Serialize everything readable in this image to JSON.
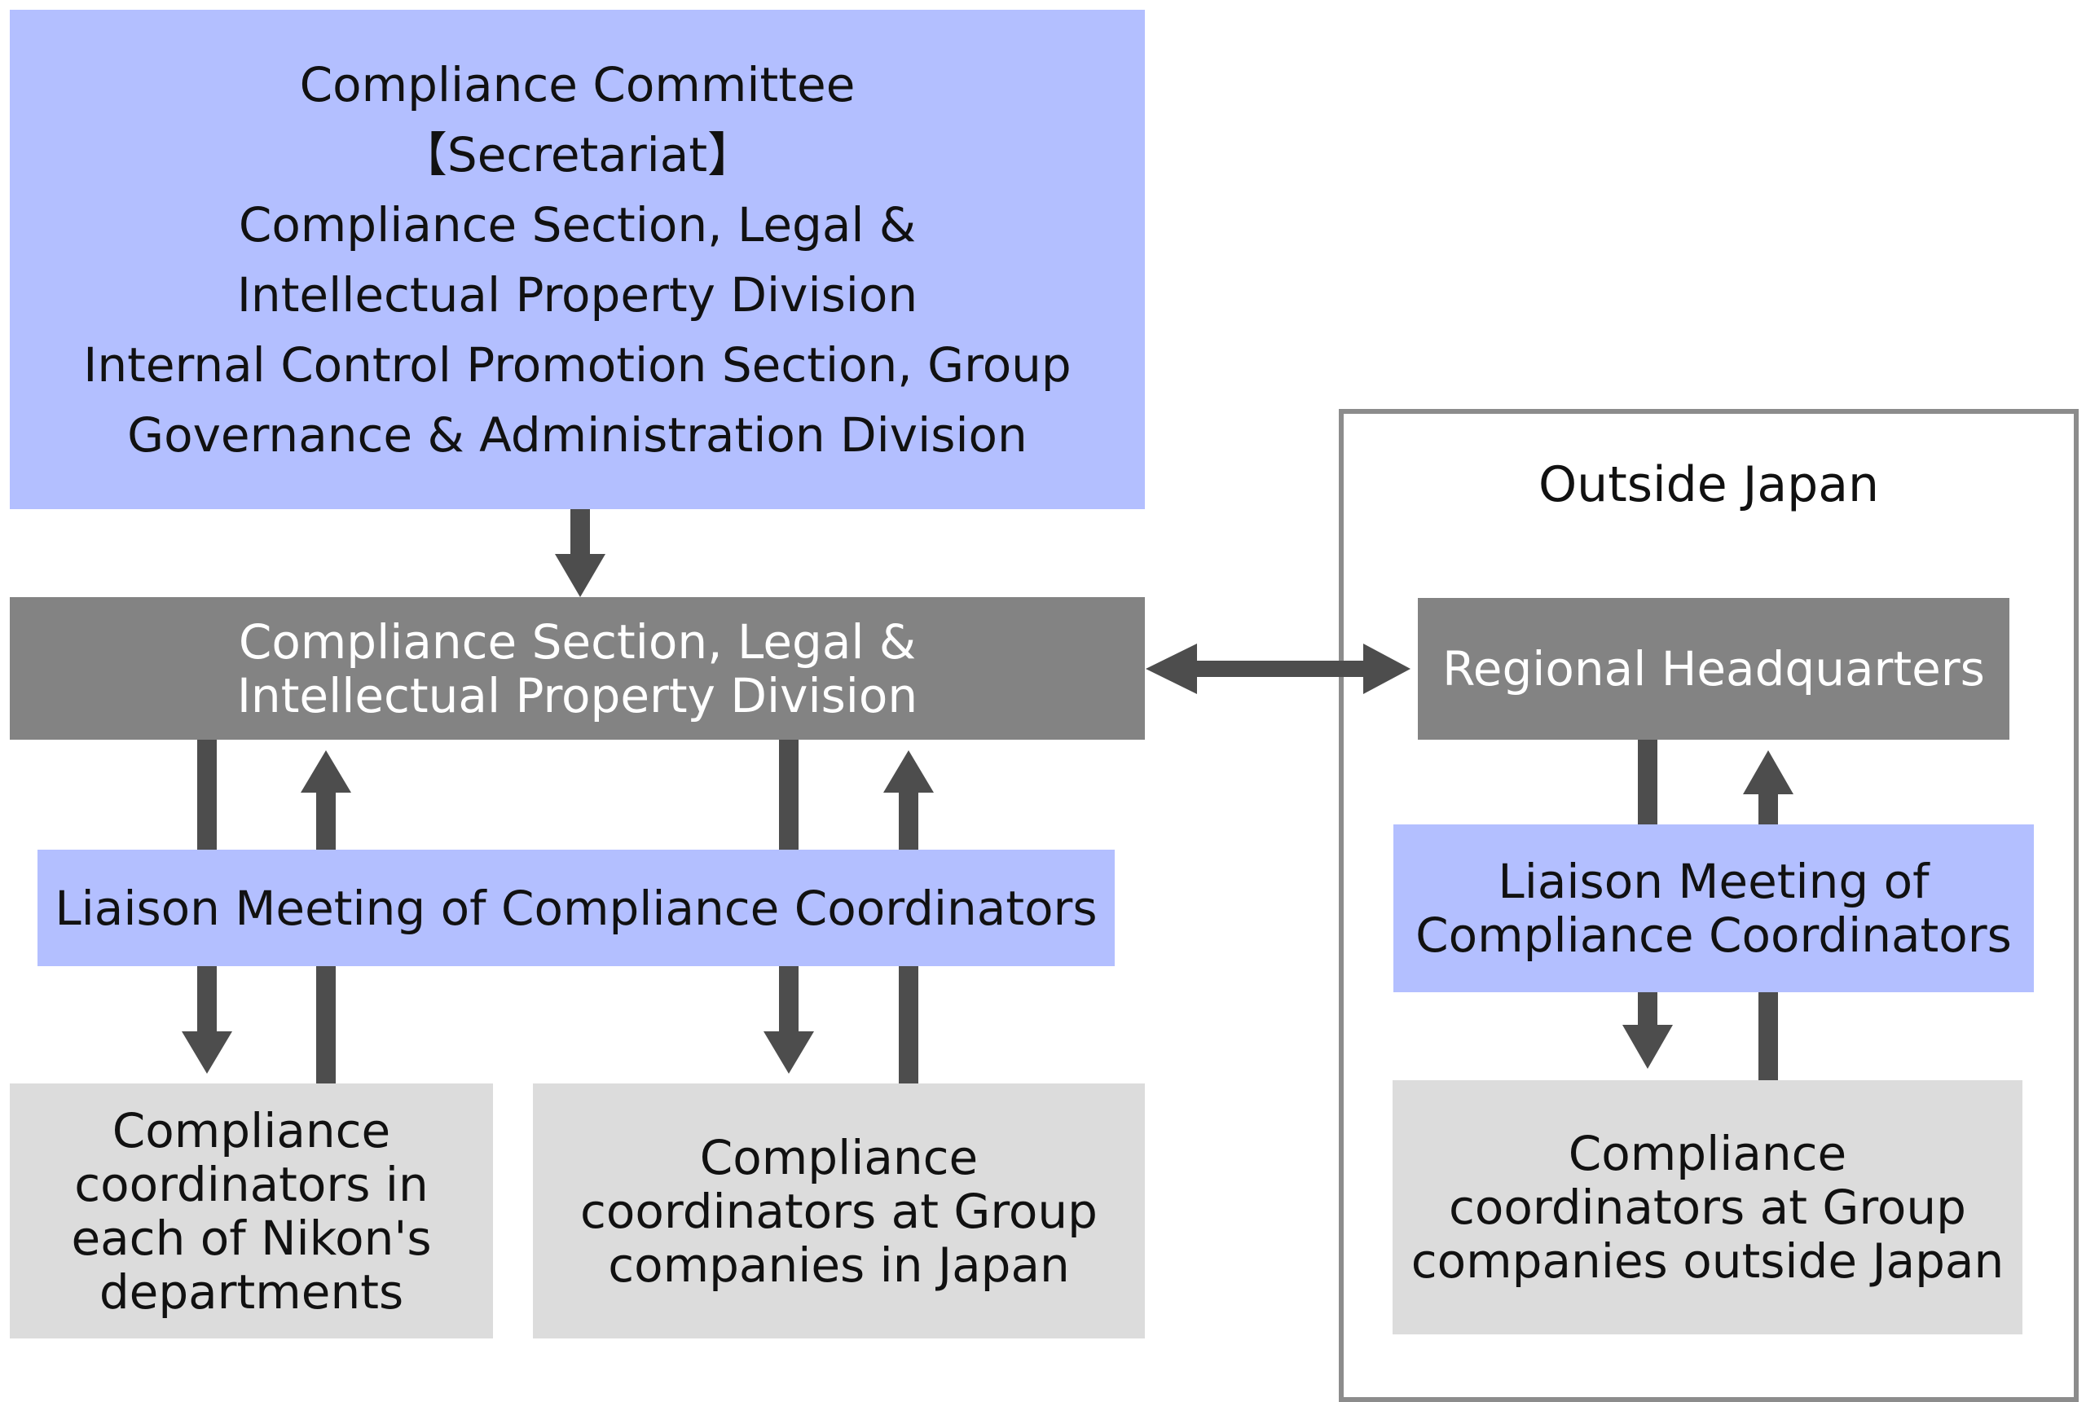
{
  "committee": {
    "title": "Compliance Committee",
    "secretariat": "【Secretariat】",
    "lines": [
      "Compliance Section, Legal &",
      "Intellectual Property Division",
      "Internal Control Promotion Section, Group",
      "Governance & Administration Division"
    ]
  },
  "central": {
    "lines": [
      "Compliance Section, Legal &",
      "Intellectual Property Division"
    ]
  },
  "liaison_main": {
    "label": "Liaison Meeting of Compliance Coordinators"
  },
  "nikon_departments": {
    "lines": [
      "Compliance",
      "coordinators in",
      "each of Nikon's",
      "departments"
    ]
  },
  "group_japan": {
    "lines": [
      "Compliance",
      "coordinators at Group",
      "companies in Japan"
    ]
  },
  "outside_japan": {
    "title": "Outside Japan",
    "regional": "Regional Headquarters",
    "liaison": {
      "lines": [
        "Liaison Meeting of",
        "Compliance Coordinators"
      ]
    },
    "group_outside": {
      "lines": [
        "Compliance",
        "coordinators at Group",
        "companies outside Japan"
      ]
    }
  },
  "colors": {
    "lavender": "#b3bfff",
    "dark_gray": "#838383",
    "light_gray": "#dcdcdc",
    "arrow": "#4d4d4d",
    "frame": "#8c8c8c"
  }
}
